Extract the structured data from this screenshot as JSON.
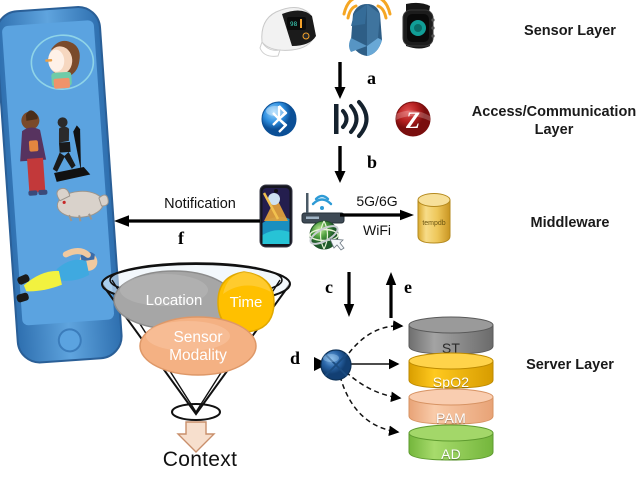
{
  "diagram": {
    "title": "IoT Healthcare Layered Architecture",
    "layer_labels": [
      {
        "id": "sensor",
        "text": "Sensor Layer"
      },
      {
        "id": "access",
        "text": "Access/Communication",
        "text2": "Layer"
      },
      {
        "id": "middleware",
        "text": "Middleware"
      },
      {
        "id": "server",
        "text": "Server Layer"
      }
    ],
    "sensor_layer": {
      "devices": [
        {
          "name": "pulse-oximeter-icon",
          "label": "Pulse Oximeter"
        },
        {
          "name": "wireless-sensor-node-icon",
          "label": "Wireless Sensor Node"
        },
        {
          "name": "smartwatch-icon",
          "label": "Smartwatch"
        }
      ]
    },
    "access_layer": {
      "protocols": [
        {
          "name": "bluetooth-icon",
          "label": "Bluetooth"
        },
        {
          "name": "rfid-nfc-icon",
          "label": "RFID/NFC"
        },
        {
          "name": "zigbee-icon",
          "label": "ZigBee",
          "glyph": "Z"
        }
      ]
    },
    "middleware_layer": {
      "devices": [
        {
          "name": "smartphone-gateway-icon",
          "label": "Smartphone"
        },
        {
          "name": "wifi-router-icon",
          "label": "WiFi Router"
        },
        {
          "name": "internet-globe-icon",
          "label": "Internet"
        }
      ],
      "link_labels": {
        "top": "5G/6G",
        "bottom": "WiFi"
      },
      "database": {
        "name": "tempdb-cylinder",
        "label": "tempdb"
      }
    },
    "server_layer": {
      "hub": {
        "name": "distribution-node-icon",
        "label": "Distribution Node"
      },
      "databases": [
        {
          "label": "ST",
          "color": "#808080",
          "top": "#9a9a9a",
          "text_class": "dark"
        },
        {
          "label": "SpO2",
          "color": "#F5BC00",
          "top": "#FFD21E",
          "text_class": ""
        },
        {
          "label": "PAM",
          "color": "#F6BC96",
          "top": "#F9CDB0",
          "text_class": ""
        },
        {
          "label": "AD",
          "color": "#8CCB4E",
          "top": "#A3D769",
          "text_class": ""
        }
      ]
    },
    "context_funnel": {
      "items": [
        {
          "label": "Location",
          "color": "#A6A6A6",
          "shape": "ellipse"
        },
        {
          "label": "Time",
          "color": "#FFC000",
          "shape": "circle"
        },
        {
          "label": "Sensor",
          "label2": "Modality",
          "color": "#F4B183",
          "shape": "ellipse"
        }
      ],
      "output": "Context"
    },
    "notification": {
      "label": "Notification",
      "letter": "f"
    },
    "arrow_letters": [
      {
        "id": "a",
        "text": "a"
      },
      {
        "id": "b",
        "text": "b"
      },
      {
        "id": "c",
        "text": "c"
      },
      {
        "id": "d",
        "text": "d"
      },
      {
        "id": "e",
        "text": "e"
      },
      {
        "id": "f",
        "text": "f"
      }
    ],
    "phone_screen": {
      "name": "patient-activity-phone",
      "scenes": [
        "face-portrait",
        "standing-person",
        "treadmill-runner",
        "dog",
        "fallen-person"
      ]
    },
    "colors": {
      "phone_body": "#4A90D9",
      "phone_screen": "#5BA3E0",
      "arrow": "#000000",
      "context_arrow": "#F7D9C4"
    }
  }
}
